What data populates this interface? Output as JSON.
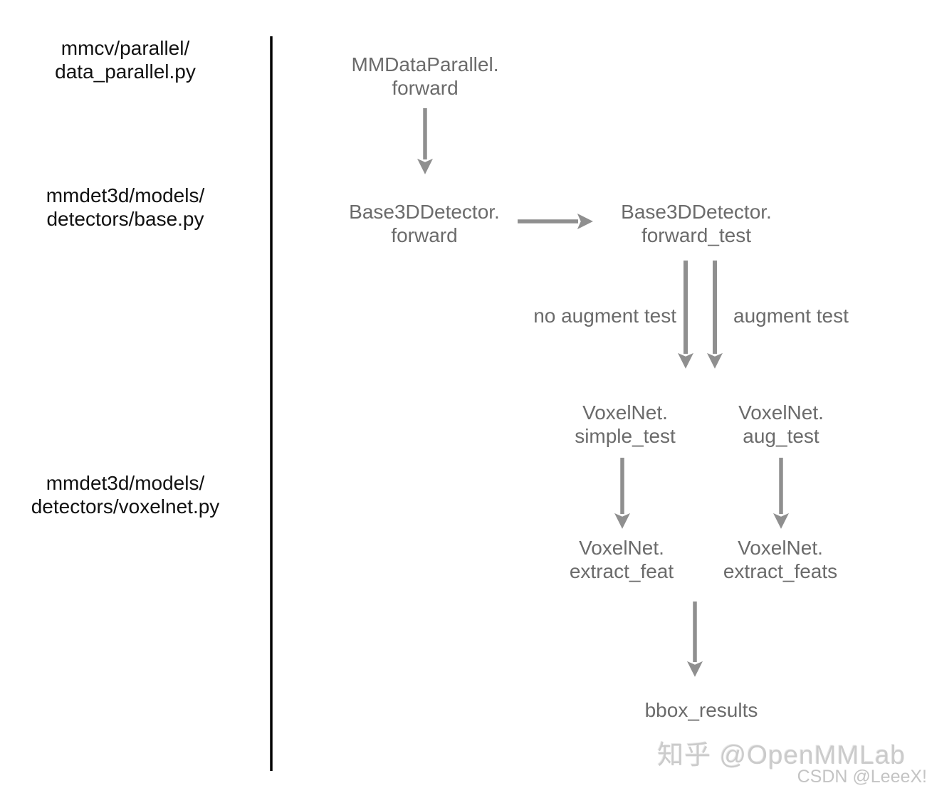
{
  "diagram": {
    "file_labels": [
      {
        "line1": "mmcv/parallel/",
        "line2": "data_parallel.py"
      },
      {
        "line1": "mmdet3d/models/",
        "line2": "detectors/base.py"
      },
      {
        "line1": "mmdet3d/models/",
        "line2": "detectors/voxelnet.py"
      }
    ],
    "nodes": [
      {
        "line1": "MMDataParallel.",
        "line2": "forward"
      },
      {
        "line1": "Base3DDetector.",
        "line2": "forward"
      },
      {
        "line1": "Base3DDetector.",
        "line2": "forward_test"
      },
      {
        "line1": "VoxelNet.",
        "line2": "simple_test"
      },
      {
        "line1": "VoxelNet.",
        "line2": "aug_test"
      },
      {
        "line1": "VoxelNet.",
        "line2": "extract_feat"
      },
      {
        "line1": "VoxelNet.",
        "line2": "extract_feats"
      },
      {
        "line1": "bbox_results"
      }
    ],
    "edge_labels": {
      "no_augment": "no augment test",
      "augment": "augment test"
    },
    "colors": {
      "file_label_text": "#111111",
      "node_text": "#6b6b6b",
      "arrow": "#8f8f8f",
      "divider": "#000000",
      "watermark_zhihu": "#cbcbcb",
      "watermark_csdn": "#c4c4c4"
    },
    "watermarks": {
      "zhihu": "知乎 @OpenMMLab",
      "csdn": "CSDN @LeeeX!"
    }
  }
}
